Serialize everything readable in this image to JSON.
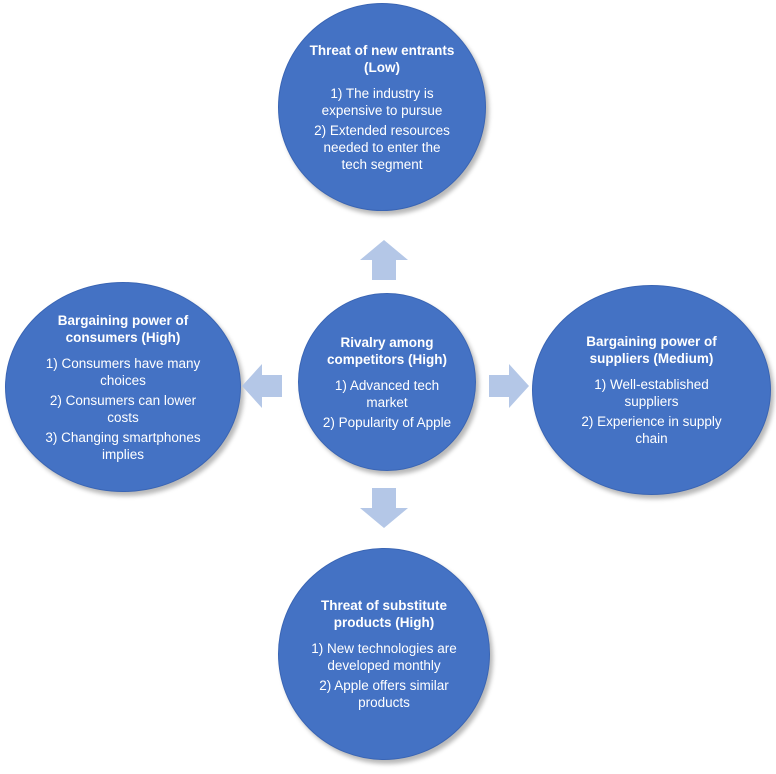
{
  "diagram": {
    "top": {
      "title": "Threat of new entrants (Low)",
      "points": [
        "1) The industry is expensive to pursue",
        "2) Extended resources needed to enter the tech segment"
      ]
    },
    "left": {
      "title": "Bargaining power of consumers (High)",
      "points": [
        "1) Consumers have many choices",
        "2) Consumers can lower costs",
        "3) Changing smartphones implies"
      ]
    },
    "center": {
      "title": "Rivalry among competitors (High)",
      "points": [
        "1) Advanced tech market",
        "2) Popularity of Apple"
      ]
    },
    "right": {
      "title": "Bargaining power of suppliers (Medium)",
      "points": [
        "1) Well-established suppliers",
        "2) Experience in supply chain"
      ]
    },
    "bottom": {
      "title": "Threat of substitute products (High)",
      "points": [
        "1) New technologies are developed monthly",
        "2) Apple offers similar products"
      ]
    },
    "colors": {
      "circle": "#4472c4",
      "arrow": "#b4c7e7",
      "text": "#ffffff"
    }
  }
}
